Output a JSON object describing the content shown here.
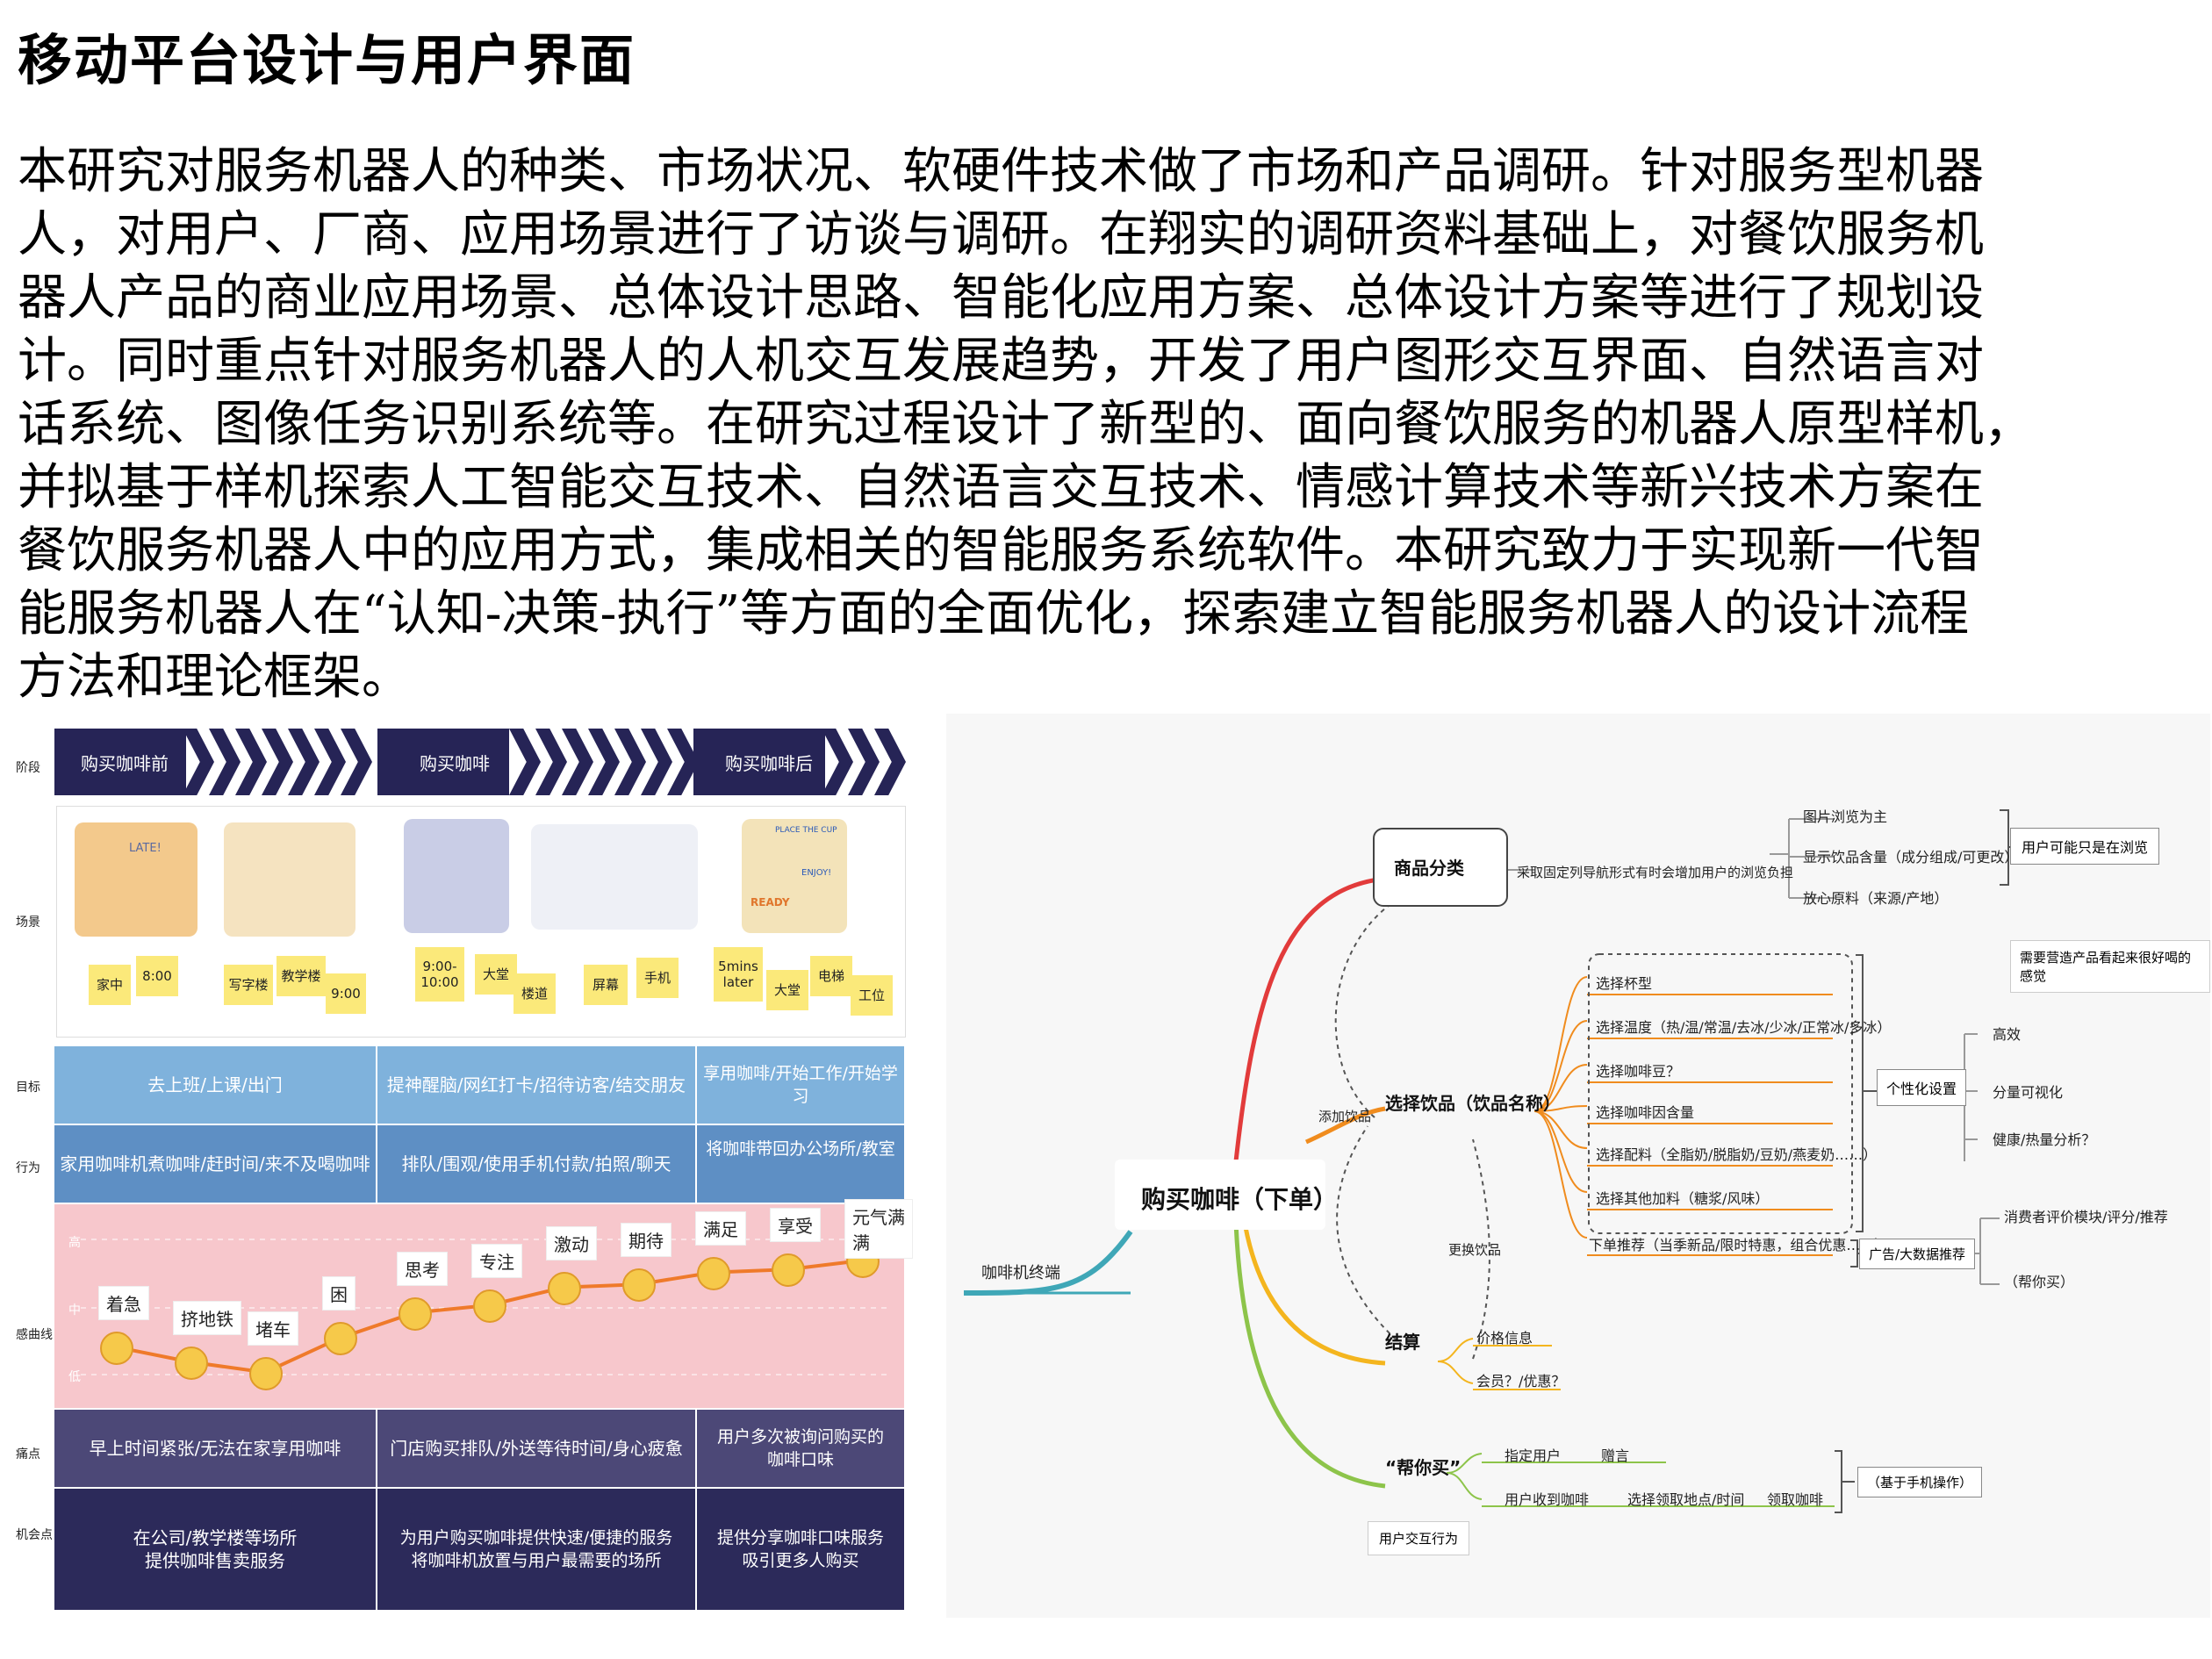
{
  "page": {
    "title": "移动平台设计与用户界面",
    "paragraph_lines": [
      "本研究对服务机器人的种类、市场状况、软硬件技术做了市场和产品调研。针对服务型机器",
      "人，对用户、厂商、应用场景进行了访谈与调研。在翔实的调研资料基础上，对餐饮服务机",
      "器人产品的商业应用场景、总体设计思路、智能化应用方案、总体设计方案等进行了规划设",
      "计。同时重点针对服务机器人的人机交互发展趋势，开发了用户图形交互界面、自然语言对",
      "话系统、图像任务识别系统等。在研究过程设计了新型的、面向餐饮服务的机器人原型样机，",
      "并拟基于样机探索人工智能交互技术、自然语言交互技术、情感计算技术等新兴技术方案在",
      "餐饮服务机器人中的应用方式，集成相关的智能服务系统软件。本研究致力于实现新一代智",
      "能服务机器人在“认知-决策-执行”等方面的全面优化，探索建立智能服务机器人的设计流程",
      "方法和理论框架。"
    ]
  },
  "journey": {
    "row_labels": {
      "stage": "阶段",
      "scene": "场景",
      "goal": "目标",
      "action": "行为",
      "emotion": "感曲线",
      "pain": "痛点",
      "opportunity": "机会点"
    },
    "stages": [
      "购买咖啡前",
      "购买咖啡",
      "购买咖啡后"
    ],
    "scene_stickies": [
      "家中",
      "8:00",
      "写字楼",
      "教学楼",
      "9:00",
      "9:00-\n10:00",
      "大堂",
      "楼道",
      "屏幕",
      "手机",
      "5mins\nlater",
      "大堂",
      "电梯",
      "工位"
    ],
    "scene_texts": [
      "LATE!",
      "PLACE THE CUP",
      "READY",
      "ENJOY!"
    ],
    "goals": [
      "去上班/上课/出门",
      "提神醒脑/网红打卡/招待访客/结交朋友",
      "享用咖啡/开始工作/开始学习"
    ],
    "actions": [
      "家用咖啡机煮咖啡/赶时间/来不及喝咖啡",
      "排队/围观/使用手机付款/拍照/聊天",
      "将咖啡带回办公场所/教室"
    ],
    "emotion_scale": [
      "高",
      "中",
      "低"
    ],
    "emotions": [
      {
        "label": "着急",
        "level": 0.22
      },
      {
        "label": "挤地铁",
        "level": 0.12
      },
      {
        "label": "堵车",
        "level": 0.05
      },
      {
        "label": "困",
        "level": 0.28
      },
      {
        "label": "思考",
        "level": 0.45
      },
      {
        "label": "专注",
        "level": 0.5
      },
      {
        "label": "激动",
        "level": 0.62
      },
      {
        "label": "期待",
        "level": 0.64
      },
      {
        "label": "满足",
        "level": 0.72
      },
      {
        "label": "享受",
        "level": 0.74
      },
      {
        "label": "元气满满",
        "level": 0.8
      }
    ],
    "pains": [
      "早上时间紧张/无法在家享用咖啡",
      "门店购买排队/外送等待时间/身心疲惫",
      "用户多次被询问购买的\n咖啡口味"
    ],
    "opportunities": [
      "在公司/教学楼等场所\n提供咖啡售卖服务",
      "为用户购买咖啡提供快速/便捷的服务\n将咖啡机放置与用户最需要的场所",
      "提供分享咖啡口味服务\n吸引更多人购买"
    ],
    "colors": {
      "stage": "#262456",
      "goal": "#7fb2dc",
      "action": "#5e8fc4",
      "emotion_bg": "#f7c7cc",
      "pain": "#4c4877",
      "opportunity": "#2c2a5a",
      "curve": "#ef7a2a",
      "sticky": "#fbe97a"
    }
  },
  "mindmap": {
    "root": "购买咖啡（下单）",
    "left": "咖啡机终端",
    "branches": {
      "category": {
        "label": "商品分类",
        "note": "采取固定列导航形式有时会增加用户的浏览负担",
        "items": [
          "图片浏览为主",
          "显示饮品含量（成分组成/可更改）",
          "放心原料（来源/产地）"
        ],
        "summary": "用户可能只是在浏览"
      },
      "choose": {
        "label": "选择饮品（饮品名称）",
        "items": [
          "选择杯型",
          "选择温度（热/温/常温/去冰/少冰/正常冰/多冰）",
          "选择咖啡豆？",
          "选择咖啡因含量",
          "选择配料（全脂奶/脱脂奶/豆奶/燕麦奶……）",
          "选择其他加料（糖浆/风味）"
        ],
        "recommend": "下单推荐（当季新品/限时特惠，组合优惠……）",
        "personal": "个性化设置",
        "personal_items": [
          "高效",
          "分量可视化",
          "健康/热量分析？"
        ],
        "ad": "广告/大数据推荐",
        "ad_items": [
          "消费者评价模块/评分/推荐",
          "（帮你买）"
        ],
        "top_note": "需要营造产品看起来很好喝的感觉"
      },
      "checkout": {
        "label": "结算",
        "items": [
          "价格信息",
          "会员？/优惠？"
        ]
      },
      "help": {
        "label": "“帮你买”",
        "items": [
          "指定用户",
          "赠言",
          "用户收到咖啡",
          "选择领取地点/时间",
          "领取咖啡"
        ],
        "summary": "（基于手机操作）"
      },
      "add_label": "添加饮品",
      "change_label": "更换饮品",
      "interaction": "用户交互行为"
    },
    "colors": {
      "red": "#e23b3b",
      "orange": "#f08c1e",
      "yellow": "#f4b51e",
      "green": "#8dc44a",
      "teal": "#3fa7b7"
    }
  }
}
